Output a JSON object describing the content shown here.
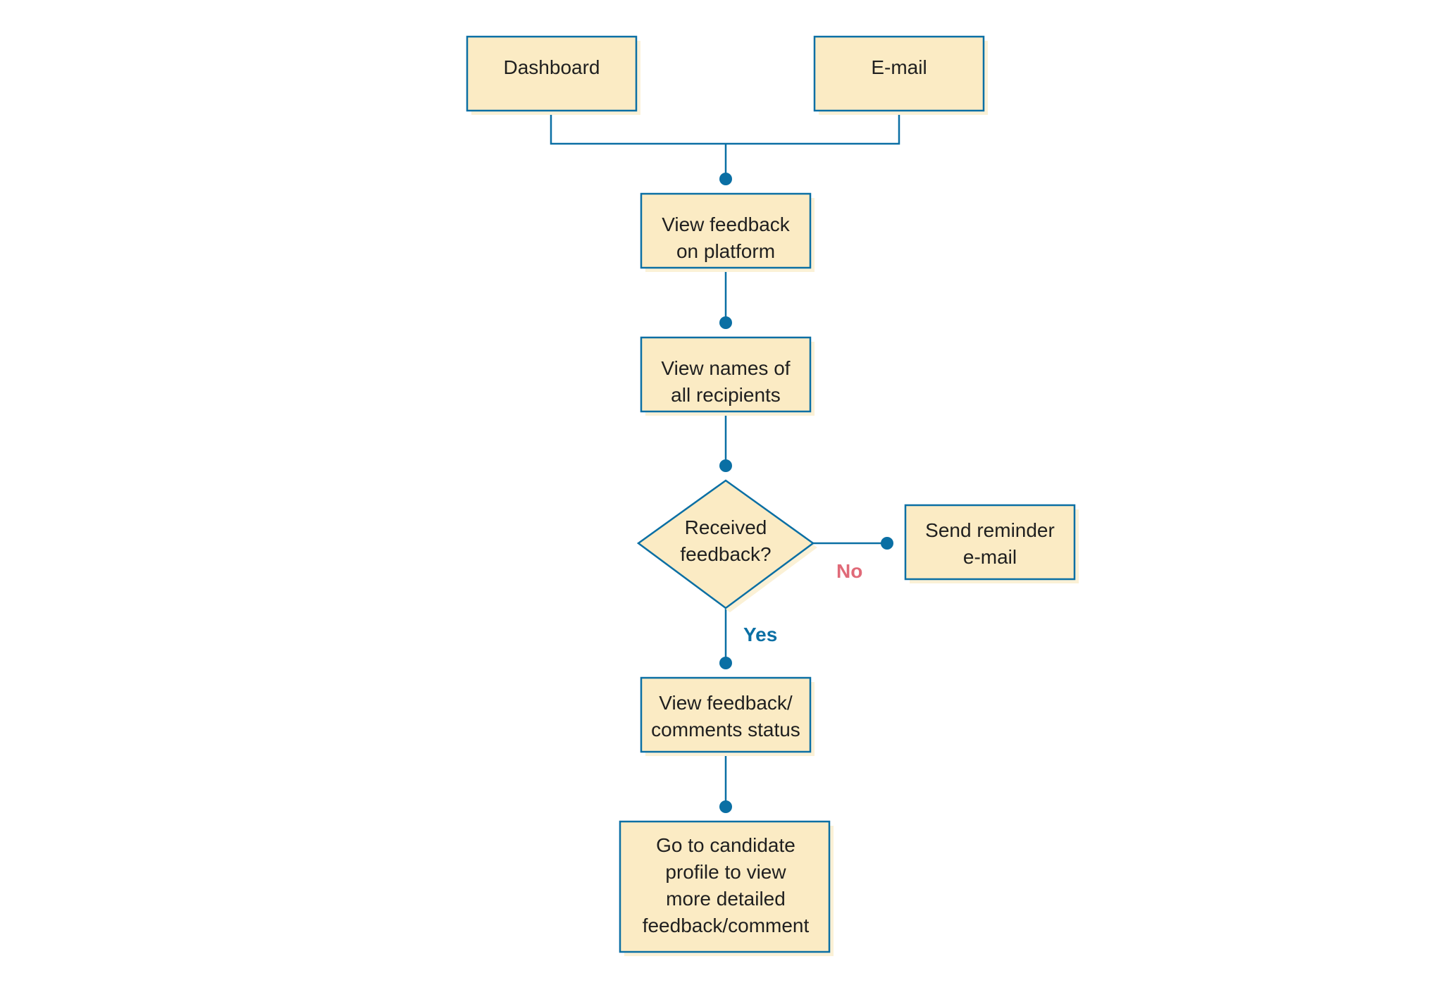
{
  "colors": {
    "stroke": "#0a6fa4",
    "fill": "#fbebc4",
    "shadow": "#fbf1d6",
    "no_label": "#e06a78",
    "yes_label": "#0a6fa4",
    "text": "#1f1f1f"
  },
  "nodes": {
    "dashboard": [
      "Dashboard"
    ],
    "email": [
      "E-mail"
    ],
    "view_feedback": [
      "View feedback",
      "on platform"
    ],
    "view_names": [
      "View names of",
      "all recipients"
    ],
    "decision": [
      "Received",
      "feedback?"
    ],
    "send_reminder": [
      "Send reminder",
      "e-mail"
    ],
    "view_status": [
      "View feedback/",
      "comments status"
    ],
    "candidate_profile": [
      "Go to candidate",
      "profile to view",
      "more detailed",
      "feedback/comment"
    ]
  },
  "edge_labels": {
    "no": "No",
    "yes": "Yes"
  }
}
